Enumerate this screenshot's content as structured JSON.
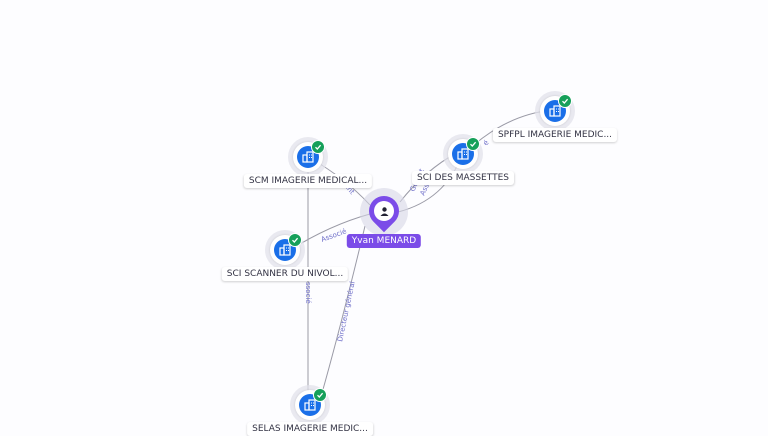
{
  "person": {
    "name": "Yvan MENARD",
    "icon": "person-icon",
    "color": "#7b4ce8"
  },
  "companies": {
    "scm": {
      "label": "SCM IMAGERIE MEDICAL...",
      "icon": "building-icon",
      "badge": "check-icon"
    },
    "sci_scanner": {
      "label": "SCI SCANNER DU NIVOL...",
      "icon": "building-icon",
      "badge": "check-icon"
    },
    "sci_massettes": {
      "label": "SCI DES MASSETTES",
      "icon": "building-icon",
      "badge": "check-icon"
    },
    "spfpl": {
      "label": "SPFPL IMAGERIE MEDIC...",
      "icon": "building-icon",
      "badge": "check-icon"
    },
    "selas": {
      "label": "SELAS IMAGERIE MEDIC...",
      "icon": "building-icon",
      "badge": "check-icon"
    }
  },
  "edges": {
    "to_sci_scanner": "Associé",
    "to_scm": "ant",
    "to_sci_massettes_1": "Gérant",
    "to_sci_massettes_2": "Associé",
    "to_selas": "Directeur général",
    "scanner_to_selas": "ssocié",
    "massettes_to_spfpl": "é"
  },
  "colors": {
    "company": "#1a6fe8",
    "verified": "#16a05a",
    "edge": "#9a9aa6",
    "edge_label": "#6f6fc9"
  }
}
